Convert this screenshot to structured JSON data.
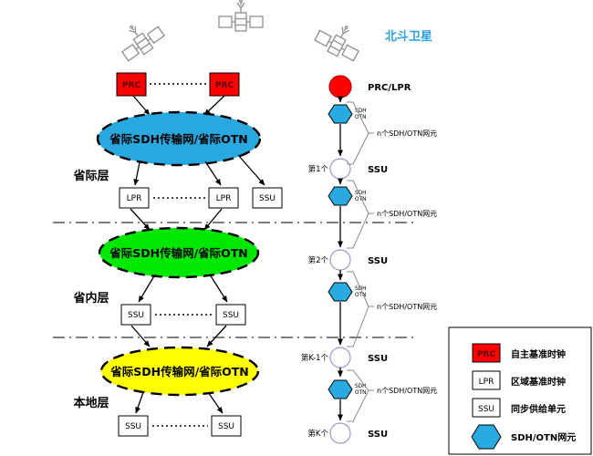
{
  "colors": {
    "red": "#ff0000",
    "inter_blue": "#29a7df",
    "prov_green": "#00e800",
    "local_yellow": "#ffff00",
    "hex_blue": "#29abe2",
    "sat_label_blue": "#2f9fe0",
    "circle_border": "#9a9ac8"
  },
  "satellite_label": "北斗卫星",
  "layers": {
    "interprovince": {
      "label": "省际层",
      "network": "省际SDH传输网/省际OTN",
      "clock1": "PRC",
      "clock2": "PRC",
      "node1": "LPR",
      "node2": "LPR",
      "node3": "SSU"
    },
    "province": {
      "label": "省内层",
      "network": "省际SDH传输网/省际OTN",
      "node1": "SSU",
      "node2": "SSU"
    },
    "local": {
      "label": "本地层",
      "network": "省际SDH传输网/省际OTN",
      "node1": "SSU",
      "node2": "SSU"
    }
  },
  "chain": {
    "top_label": "PRC/LPR",
    "hex_line1": "SDH",
    "hex_line2": "OTN",
    "group_label": "n个SDH/OTN网元",
    "nodes": [
      {
        "index": "第1个",
        "type": "SSU"
      },
      {
        "index": "第2个",
        "type": "SSU"
      },
      {
        "index": "第K-1个",
        "type": "SSU"
      },
      {
        "index": "第K个",
        "type": "SSU"
      }
    ]
  },
  "legend": {
    "items": [
      {
        "symbol": "PRC",
        "label": "自主基准时钟"
      },
      {
        "symbol": "LPR",
        "label": "区域基准时钟"
      },
      {
        "symbol": "SSU",
        "label": "同步供给单元"
      },
      {
        "symbol": "",
        "label": "SDH/OTN网元"
      }
    ]
  }
}
